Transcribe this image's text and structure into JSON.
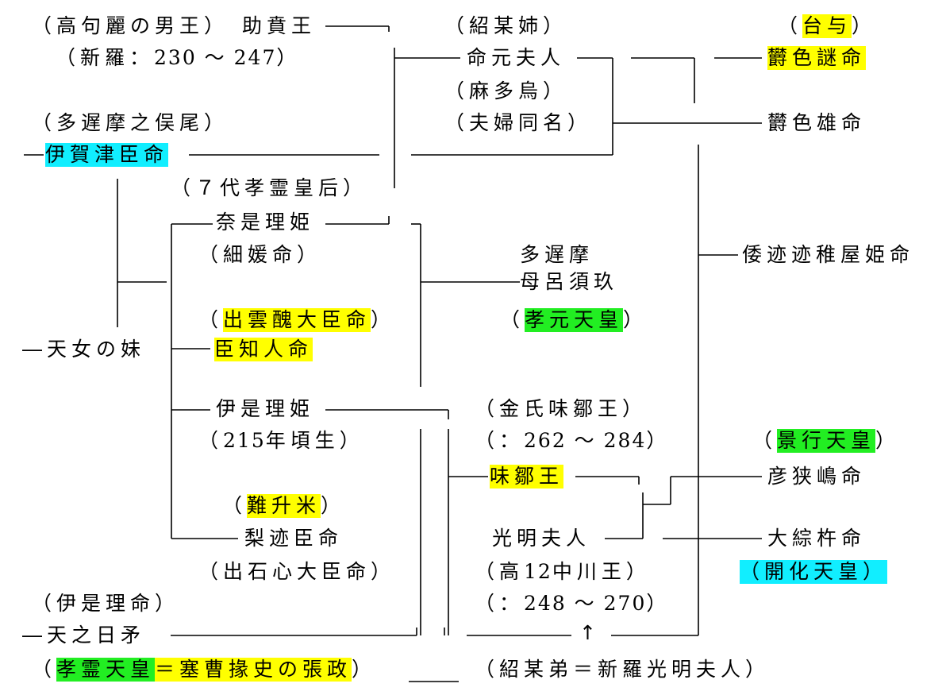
{
  "colors": {
    "yellow": "#ffff00",
    "green": "#22ee22",
    "cyan": "#11eeff"
  },
  "nodes": {
    "n_kogurai_open": "（高句麗の男王）",
    "n_jokuhi": "助賁王",
    "n_shiragi_open": "（新羅：",
    "n_shiragi_years": "230 ～ 247",
    "n_shiragi_close": "）",
    "n_sobo_ane": "（紹某姉）",
    "n_meigen": "命元夫人",
    "n_matatori": "（麻多烏）",
    "n_fufu": "（夫婦同名）",
    "n_toyo_open": "（",
    "n_toyo": "台与",
    "n_toyo_close": "）",
    "n_utsushiko_me": "欝色謎命",
    "n_utsushiko_o": "欝色雄命",
    "n_tachima_open": "（多遅摩之俣尾）",
    "n_igatsu": "伊賀津臣命",
    "n_7dai": "（７代孝霊皇后）",
    "n_naze": "奈是理姫",
    "n_hosoe": "（細媛命）",
    "n_tajima": "多遅摩",
    "n_moro": "母呂須玖",
    "n_kogen_open": "（",
    "n_kogen": "孝元天皇",
    "n_kogen_close": "）",
    "n_yamato": "倭迹迹稚屋姫命",
    "n_izumo_open": "（",
    "n_izumo": "出雲醜大臣命",
    "n_izumo_close": "）",
    "n_tennyo": "―天女の妹",
    "n_omichi": "臣知人命",
    "n_ize": "伊是理姫",
    "n_kinshi": "（金氏味鄒王）",
    "n_215_open": "（",
    "n_215_year": "215",
    "n_215_rest": "年頃生）",
    "n_262_open": "（：",
    "n_262_years": "262 ～ 284",
    "n_262_close": "）",
    "n_keiko_open": "（",
    "n_keiko": "景行天皇",
    "n_keiko_close": "）",
    "n_mishu": "味鄒王",
    "n_hiko": "彦狭嶋命",
    "n_nansho_open": "（",
    "n_nansho": "難升米",
    "n_nansho_close": "）",
    "n_nashi": "梨迹臣命",
    "n_komei": "光明夫人",
    "n_oheso": "大綜杵命",
    "n_izushi": "（出石心大臣命）",
    "n_taka12_open": "（高",
    "n_taka12_num": "12",
    "n_taka12_rest": "中川王）",
    "n_kaika": "（開化天皇）",
    "n_izeri": "（伊是理命）",
    "n_248_open": "（：",
    "n_248_years": "248 ～ 270",
    "n_248_close": "）",
    "n_amenohi": "―天之日矛",
    "n_bottom_open": "（",
    "n_korei": "孝霊天皇",
    "n_sotsu": "＝塞曹掾史の張政",
    "n_bottom_close": "）",
    "n_sobo_ototo": "（紹某弟＝新羅光明夫人）"
  }
}
